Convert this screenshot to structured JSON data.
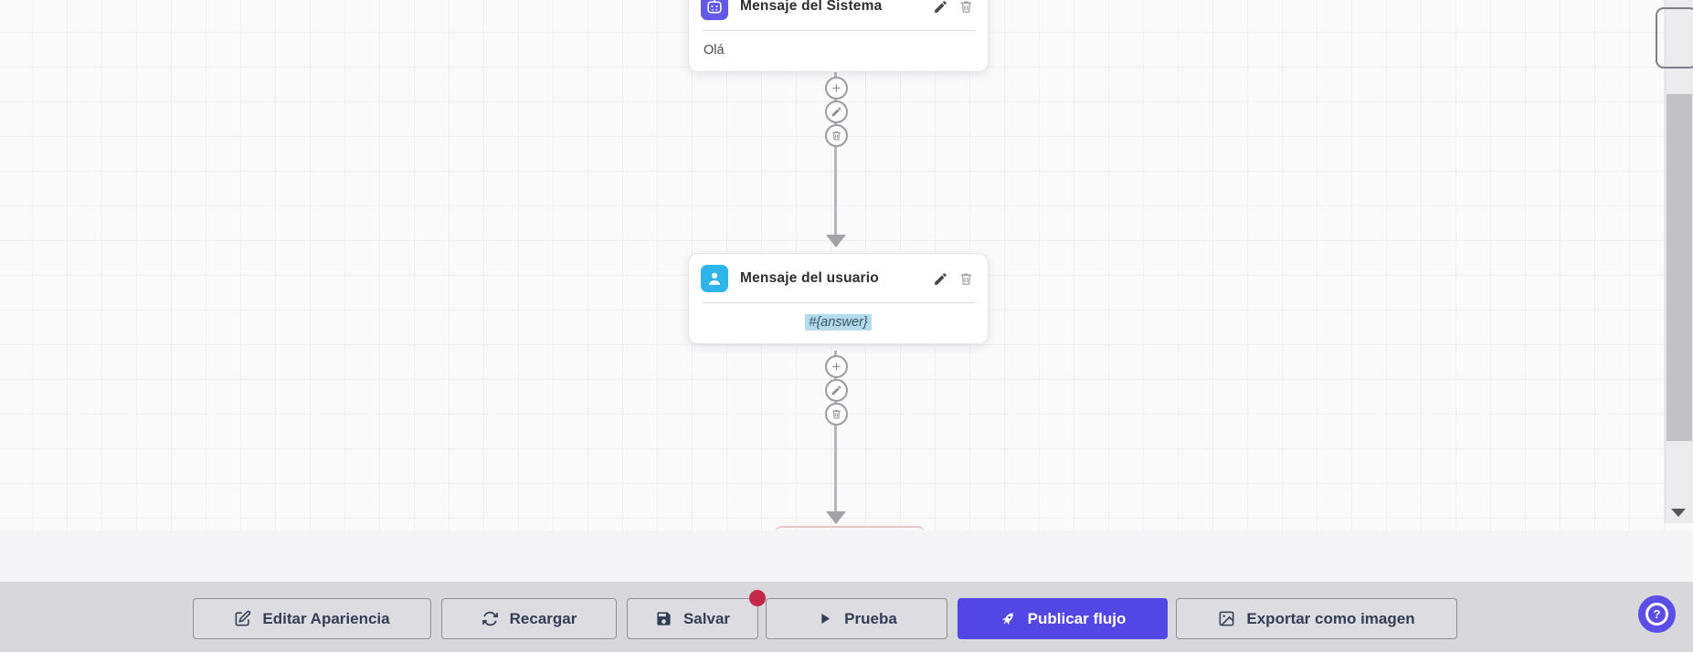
{
  "canvas": {
    "nodes": [
      {
        "title": "Mensaje del Sistema",
        "body": "Olá",
        "icon": "robot-icon",
        "icon_color": "#6159e8"
      },
      {
        "title": "Mensaje del usuario",
        "body": "#{answer}",
        "icon": "user-icon",
        "icon_color": "#2db5e9",
        "highlight_color": "#b2dbeb"
      }
    ]
  },
  "toolbar": {
    "buttons": [
      {
        "label": "Editar Apariencia",
        "icon": "edit-appearance-icon"
      },
      {
        "label": "Recargar",
        "icon": "refresh-icon"
      },
      {
        "label": "Salvar",
        "icon": "save-icon",
        "has_badge": true
      },
      {
        "label": "Prueba",
        "icon": "play-icon"
      },
      {
        "label": "Publicar flujo",
        "icon": "rocket-icon",
        "primary": true
      },
      {
        "label": "Exportar como imagen",
        "icon": "image-icon"
      }
    ],
    "accent_color": "#5246e4",
    "badge_color": "#c42849"
  },
  "help": {
    "label": "?"
  }
}
